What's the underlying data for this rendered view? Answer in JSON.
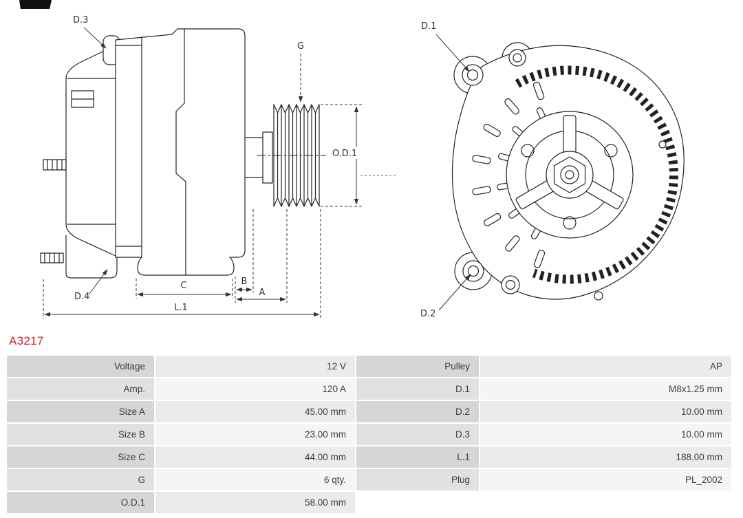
{
  "part_number": "A3217",
  "diagram": {
    "side_labels": {
      "d3": "D.3",
      "g": "G",
      "od1": "O.D.1",
      "d4": "D.4",
      "c": "C",
      "b": "B",
      "a": "A",
      "l1": "L.1"
    },
    "front_labels": {
      "d1": "D.1",
      "d2": "D.2"
    }
  },
  "specs": {
    "rows": [
      {
        "label_left": "Voltage",
        "value_left": "12 V",
        "label_right": "Pulley",
        "value_right": "AP"
      },
      {
        "label_left": "Amp.",
        "value_left": "120 A",
        "label_right": "D.1",
        "value_right": "M8x1.25 mm"
      },
      {
        "label_left": "Size A",
        "value_left": "45.00 mm",
        "label_right": "D.2",
        "value_right": "10.00 mm"
      },
      {
        "label_left": "Size B",
        "value_left": "23.00 mm",
        "label_right": "D.3",
        "value_right": "10.00 mm"
      },
      {
        "label_left": "Size C",
        "value_left": "44.00 mm",
        "label_right": "L.1",
        "value_right": "188.00 mm"
      },
      {
        "label_left": "G",
        "value_left": "6 qty.",
        "label_right": "Plug",
        "value_right": "PL_2002"
      },
      {
        "label_left": "O.D.1",
        "value_left": "58.00 mm",
        "label_right": "",
        "value_right": ""
      }
    ]
  },
  "colors": {
    "part_number": "#cc2026",
    "label_cell_odd": "#d6d6d6",
    "label_cell_even": "#e1e1e1",
    "value_cell_odd": "#ebebeb",
    "value_cell_even": "#f5f5f5",
    "line": "#222222"
  }
}
